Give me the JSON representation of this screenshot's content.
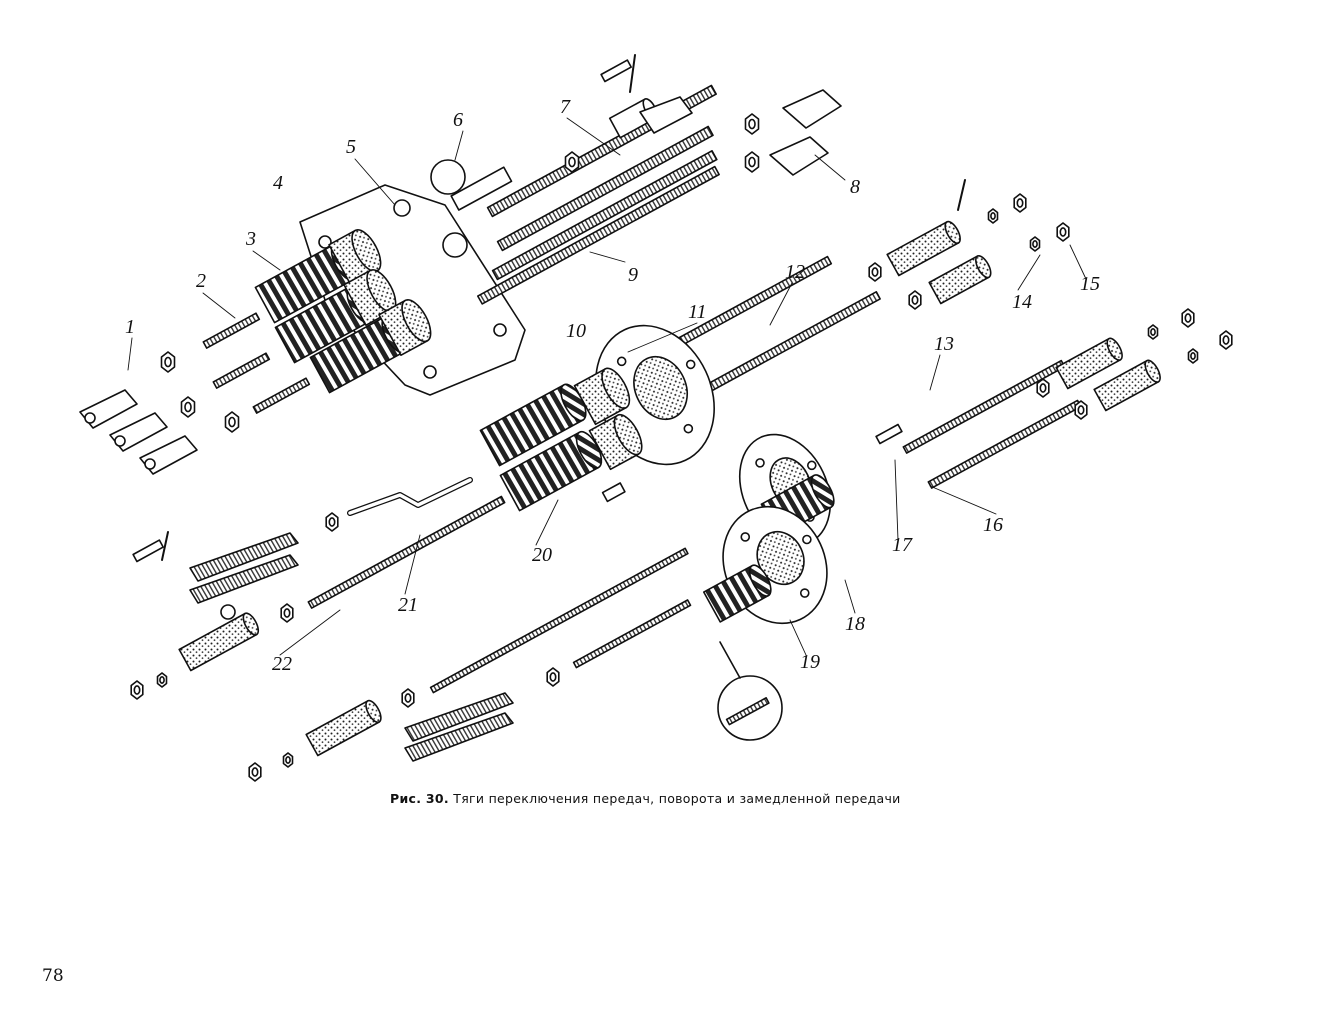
{
  "figure": {
    "part_labels": [
      "1",
      "2",
      "3",
      "4",
      "5",
      "6",
      "7",
      "8",
      "9",
      "10",
      "11",
      "12",
      "13",
      "14",
      "15",
      "16",
      "17",
      "18",
      "19",
      "20",
      "21",
      "22"
    ]
  },
  "caption": {
    "prefix": "Рис. 30.",
    "text": "Тяги переключения передач, поворота и замедленной передачи"
  },
  "page_number": "78"
}
